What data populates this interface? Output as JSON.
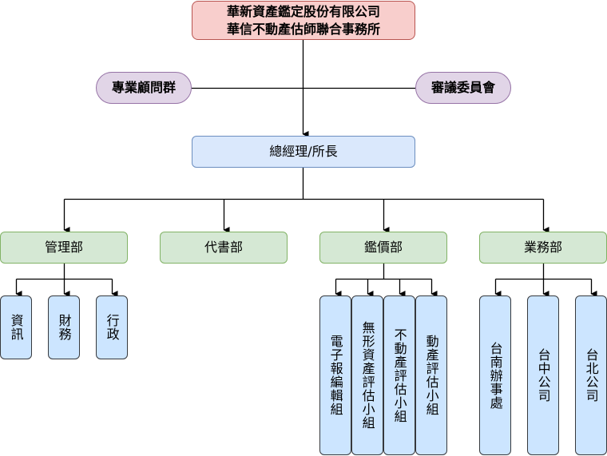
{
  "diagram": {
    "type": "org-chart",
    "colors": {
      "top_fill": "#f8cecc",
      "top_stroke": "#b85450",
      "advisory_fill": "#e1d5e7",
      "advisory_stroke": "#9673a6",
      "gm_fill": "#dae8fc",
      "gm_stroke": "#6c8ebf",
      "dept_fill": "#d5e8d4",
      "dept_stroke": "#82b366",
      "unit_fill": "#cce5ff",
      "unit_stroke": "#36393d"
    },
    "top": {
      "line1": "華新資產鑑定股份有限公司",
      "line2": "華信不動產估師聯合事務所"
    },
    "advisory": {
      "left": "專業顧問群",
      "right": "審議委員會"
    },
    "gm": "總經理/所長",
    "departments": [
      {
        "label": "管理部",
        "units": [
          "資訊",
          "財務",
          "行政"
        ]
      },
      {
        "label": "代書部",
        "units": []
      },
      {
        "label": "鑑價部",
        "units": [
          "電子報編輯組",
          "無形資產評估小組",
          "不動產評估小組",
          "動產評估小組"
        ]
      },
      {
        "label": "業務部",
        "units": [
          "台南辦事處",
          "台中公司",
          "台北公司"
        ]
      }
    ]
  }
}
